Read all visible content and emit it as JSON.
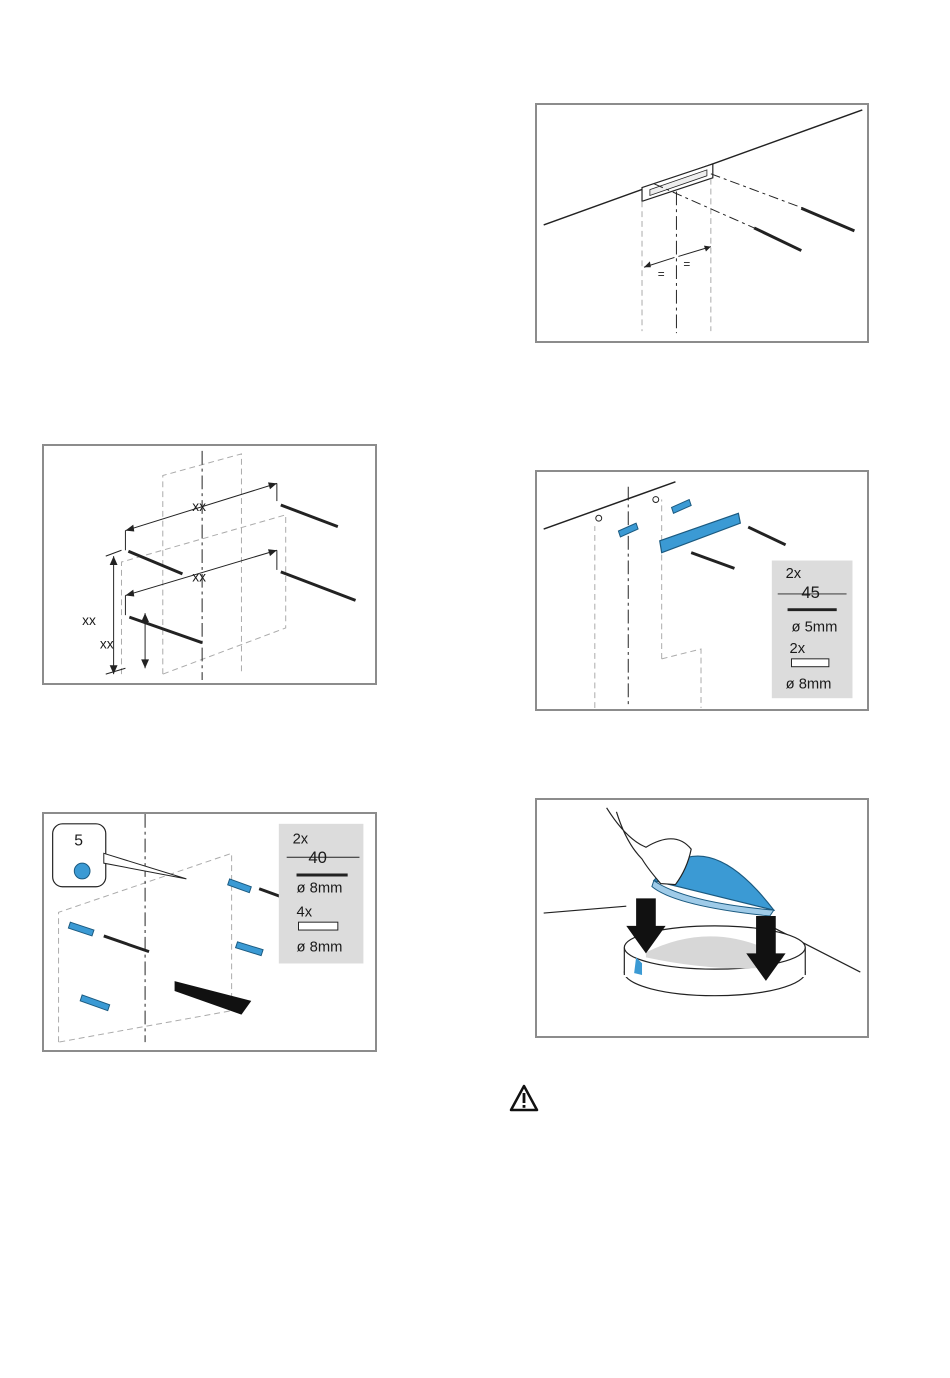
{
  "fig_ceiling_bracket": {
    "eq_left": "=",
    "eq_right": "="
  },
  "fig_wall_drilling": {
    "dim_top": "xx",
    "dim_middle": "xx",
    "dim_height_outer": "xx",
    "dim_height_inner": "xx"
  },
  "fig_bracket_mount": {
    "screw_qty": "2x",
    "screw_length": "45",
    "screw_diameter": "ø 5mm",
    "plug_qty": "2x",
    "plug_diameter": "ø 8mm"
  },
  "fig_wall_mount": {
    "detail_number": "5",
    "screw_qty": "2x",
    "screw_length": "40",
    "screw_diameter": "ø 8mm",
    "plug_qty": "4x",
    "plug_diameter": "ø 8mm"
  },
  "colors": {
    "frame": "#8c8c8c",
    "part_blue": "#3b9ad4",
    "infobox": "#dcdcdc"
  },
  "icons": {
    "warning": "warning-triangle-icon"
  }
}
